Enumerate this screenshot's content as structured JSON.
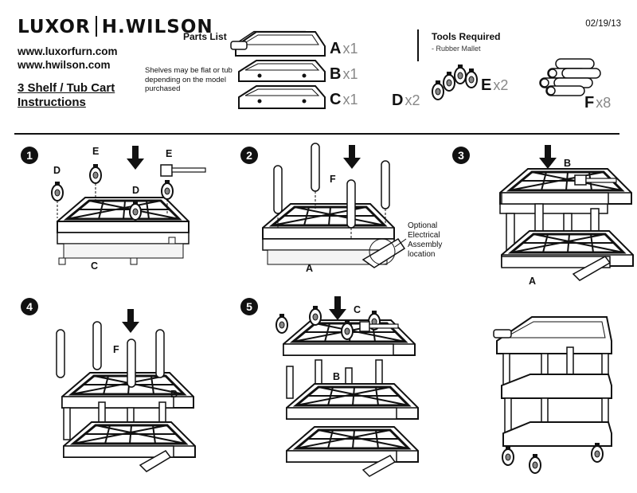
{
  "header": {
    "brand_left": "LUXOR",
    "brand_right": "H.WILSON",
    "url_1": "www.luxorfurn.com",
    "url_2": "www.hwilson.com",
    "title_line_1": "3 Shelf / Tub Cart",
    "title_line_2": "Instructions",
    "date": "02/19/13"
  },
  "parts": {
    "heading": "Parts List",
    "note": "Shelves may be flat or tub depending on the model purchased",
    "items": [
      {
        "letter": "A",
        "qty": "x1"
      },
      {
        "letter": "B",
        "qty": "x1"
      },
      {
        "letter": "C",
        "qty": "x1"
      },
      {
        "letter": "D",
        "qty": "x2"
      },
      {
        "letter": "E",
        "qty": "x2"
      },
      {
        "letter": "F",
        "qty": "x8"
      }
    ]
  },
  "tools": {
    "heading": "Tools Required",
    "item": "-  Rubber Mallet"
  },
  "steps": [
    {
      "number": "1",
      "labels": [
        "D",
        "E",
        "E",
        "D",
        "C"
      ]
    },
    {
      "number": "2",
      "labels": [
        "F",
        "A"
      ],
      "note": "Optional Electrical Assembly location"
    },
    {
      "number": "3",
      "labels": [
        "B",
        "A"
      ]
    },
    {
      "number": "4",
      "labels": [
        "F",
        "B"
      ]
    },
    {
      "number": "5",
      "labels": [
        "C",
        "B"
      ]
    }
  ]
}
